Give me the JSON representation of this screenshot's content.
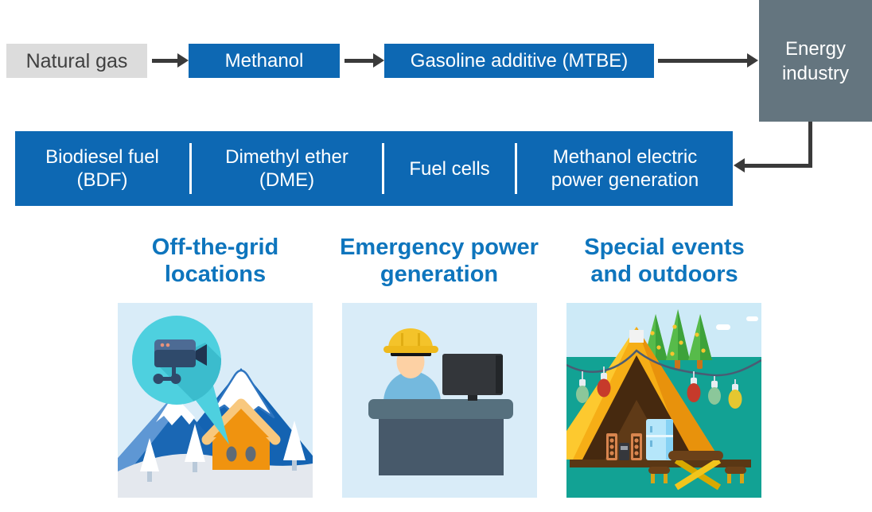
{
  "flow": {
    "natural_gas": "Natural gas",
    "methanol": "Methanol",
    "mtbe": "Gasoline additive (MTBE)",
    "energy_industry": "Energy industry"
  },
  "applications": [
    "Biodiesel fuel (BDF)",
    "Dimethyl ether (DME)",
    "Fuel cells",
    "Methanol electric power generation"
  ],
  "use_cases": [
    {
      "line1": "Off-the-grid",
      "line2": "locations",
      "illustration": "security-camera-over-mountain-cabin"
    },
    {
      "line1": "Emergency power",
      "line2": "generation",
      "illustration": "worker-at-desk-with-monitor"
    },
    {
      "line1": "Special events",
      "line2": "and outdoors",
      "illustration": "camping-tent-with-string-lights"
    }
  ],
  "colors": {
    "accent_blue": "#0d68b3",
    "heading_blue": "#0e75bd",
    "slate_gray": "#64757f",
    "light_gray_box": "#dcdcdc",
    "dark_text": "#404040",
    "arrow_dark": "#3a3a3a",
    "panel_background": "#d9ecf8",
    "camp_teal": "#12a294"
  }
}
